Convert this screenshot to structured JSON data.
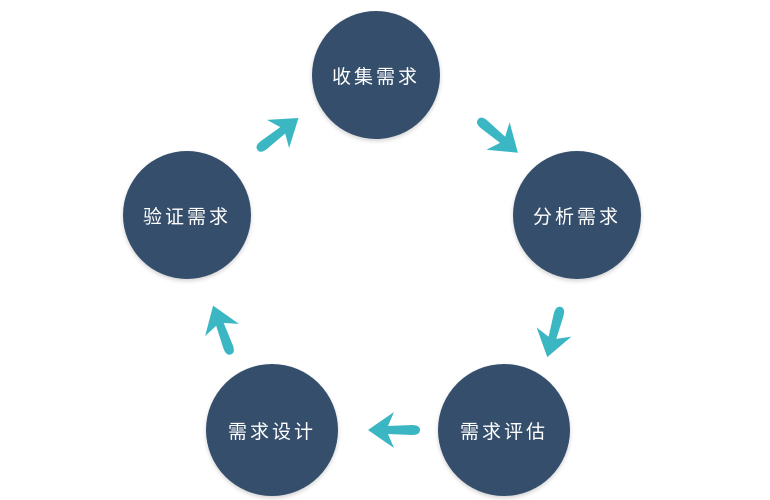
{
  "diagram": {
    "type": "cycle",
    "colors": {
      "node_fill": "#344e6b",
      "arrow": "#3ab7c3",
      "text": "#ffffff",
      "background": "#ffffff"
    },
    "nodes": [
      {
        "id": "collect",
        "label": "收集需求"
      },
      {
        "id": "analyze",
        "label": "分析需求"
      },
      {
        "id": "evaluate",
        "label": "需求评估"
      },
      {
        "id": "design",
        "label": "需求设计"
      },
      {
        "id": "verify",
        "label": "验证需求"
      }
    ],
    "edges": [
      {
        "from": "收集需求",
        "to": "分析需求"
      },
      {
        "from": "分析需求",
        "to": "需求评估"
      },
      {
        "from": "需求评估",
        "to": "需求设计"
      },
      {
        "from": "需求设计",
        "to": "验证需求"
      },
      {
        "from": "验证需求",
        "to": "收集需求"
      }
    ]
  }
}
